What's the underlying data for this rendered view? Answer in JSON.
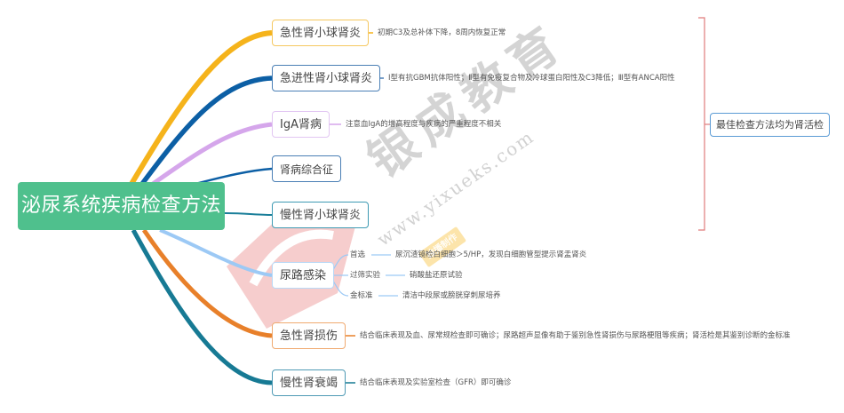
{
  "root": {
    "label": "泌尿系统疾病检查方法",
    "color": "#4fc08d"
  },
  "branches": [
    {
      "id": "acute-gn",
      "label": "急性肾小球肾炎",
      "color": "#f5b31b",
      "detail": "初期C3及总补体下降，8周内恢复正常"
    },
    {
      "id": "rpgn",
      "label": "急进性肾小球肾炎",
      "color": "#0c5fa5",
      "detail": "Ⅰ型有抗GBM抗体阳性；Ⅱ型有免疫复合物及冷球蛋白阳性及C3降低；Ⅲ型有ANCA阳性"
    },
    {
      "id": "iga",
      "label": "IgA肾病",
      "color": "#d5a6eb",
      "detail": "注意血IgA的增高程度与疾病的严重程度不相关"
    },
    {
      "id": "nephrotic",
      "label": "肾病综合征",
      "color": "#0c5fa5",
      "detail": ""
    },
    {
      "id": "chronic-gn",
      "label": "慢性肾小球肾炎",
      "color": "#1b7f9a",
      "detail": ""
    },
    {
      "id": "uti",
      "label": "尿路感染",
      "color": "#9cc9f5",
      "children": [
        {
          "label": "首选",
          "detail": "尿沉渣镜检白细胞＞5/HP，发现白细胞管型提示肾盂肾炎"
        },
        {
          "label": "过筛实验",
          "detail": "硝酸盐还原试验"
        },
        {
          "label": "金标准",
          "detail": "清洁中段尿或膀胱穿刺尿培养"
        }
      ]
    },
    {
      "id": "aki",
      "label": "急性肾损伤",
      "color": "#e8802a",
      "detail": "结合临床表现及血、尿常规检查即可确诊；尿路超声显像有助于鉴别急性肾损伤与尿路梗阻等疾病；肾活检是其鉴别诊断的金标准"
    },
    {
      "id": "ckd",
      "label": "慢性肾衰竭",
      "color": "#177a94",
      "detail": "结合临床表现及实验室检查（GFR）即可确诊"
    }
  ],
  "summary": {
    "label": "最佳检查方法均为肾活检",
    "bracket_color": "#e07b7b"
  },
  "watermark": {
    "text": "银成教育",
    "url": "www.yixueks.com",
    "badge": "独播制作"
  }
}
